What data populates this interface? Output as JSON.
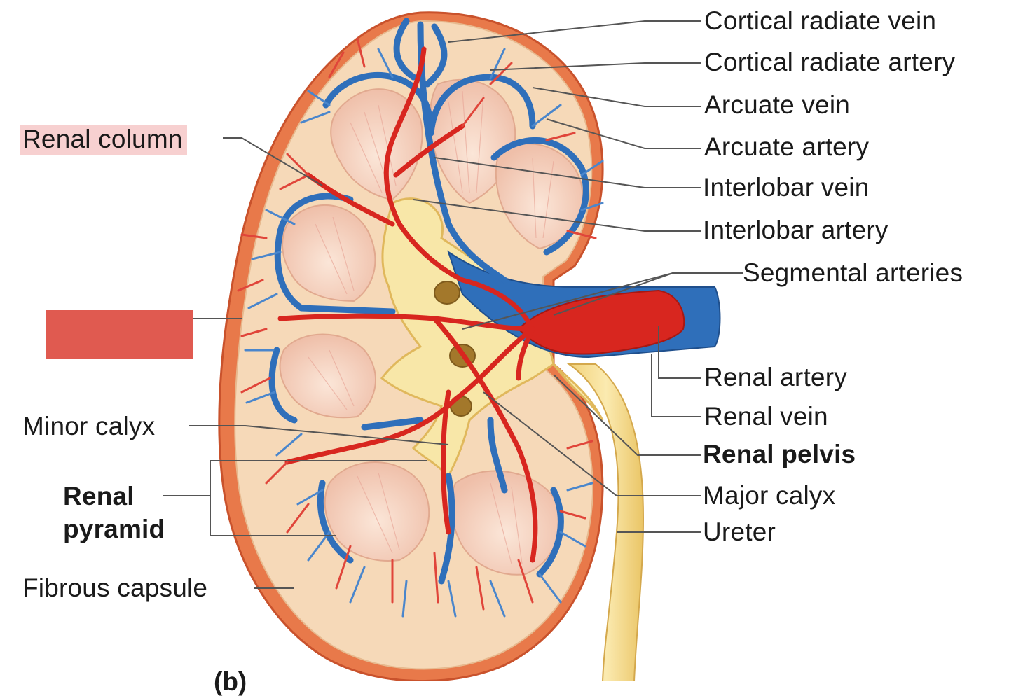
{
  "labels": {
    "cortical_radiate_vein": "Cortical radiate vein",
    "cortical_radiate_artery": "Cortical radiate artery",
    "arcuate_vein": "Arcuate vein",
    "arcuate_artery": "Arcuate artery",
    "interlobar_vein": "Interlobar vein",
    "interlobar_artery": "Interlobar artery",
    "segmental_arteries": "Segmental arteries",
    "renal_artery": "Renal artery",
    "renal_vein": "Renal vein",
    "renal_pelvis": "Renal pelvis",
    "major_calyx": "Major calyx",
    "ureter": "Ureter",
    "renal_column": "Renal column",
    "minor_calyx": "Minor calyx",
    "renal_pyramid_line1": "Renal",
    "renal_pyramid_line2": "pyramid",
    "fibrous_capsule": "Fibrous capsule",
    "figure_part": "(b)"
  },
  "colors": {
    "artery": "#d8261f",
    "vein": "#2f6fba",
    "cortex": "#f6d9b8",
    "pyramid": "#f3c9b8",
    "pelvis": "#f8e7a8",
    "capsule": "#e0673a",
    "label_highlight": "#f7d0d0",
    "mask": "#e05a50"
  }
}
